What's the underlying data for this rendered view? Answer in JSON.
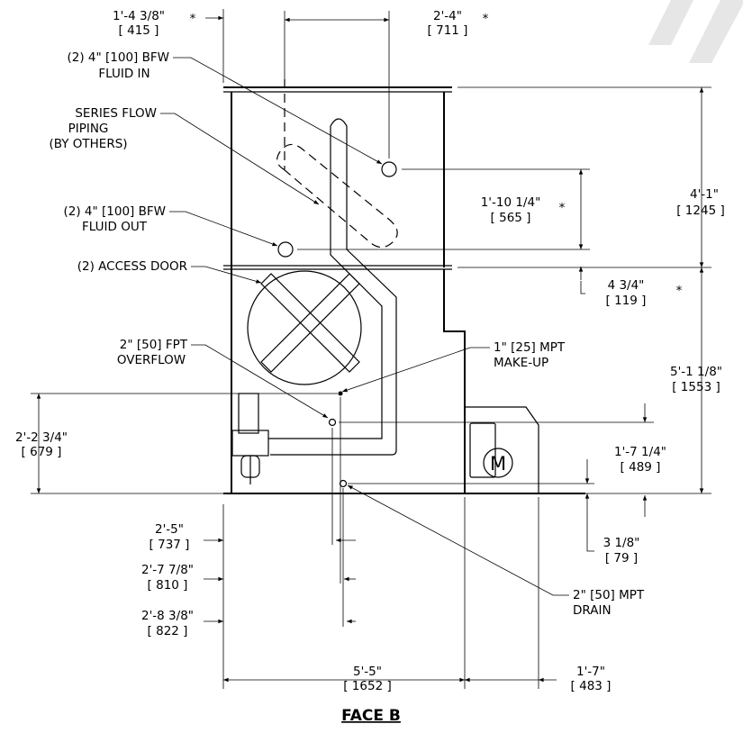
{
  "title": "FACE B",
  "watermark_color": "#e6e6e6",
  "top_dims": [
    {
      "ft": "1'-4 3/8\"",
      "mm": "[ 415 ]",
      "star": "*"
    },
    {
      "ft": "2'-4\"",
      "mm": "[ 711 ]",
      "star": "*"
    }
  ],
  "right_dims": [
    {
      "ft": "4'-1\"",
      "mm": "[ 1245 ]"
    },
    {
      "ft": "1'-10 1/4\"",
      "mm": "[ 565 ]",
      "star": "*"
    },
    {
      "ft": "4 3/4\"",
      "mm": "[ 119 ]",
      "star": "*"
    },
    {
      "ft": "5'-1 1/8\"",
      "mm": "[ 1553 ]"
    },
    {
      "ft": "1'-7 1/4\"",
      "mm": "[ 489 ]"
    },
    {
      "ft": "3 1/8\"",
      "mm": "[ 79 ]"
    }
  ],
  "left_dims": [
    {
      "ft": "2'-2 3/4\"",
      "mm": "[ 679 ]"
    },
    {
      "ft": "2'-5\"",
      "mm": "[ 737 ]"
    },
    {
      "ft": "2'-7 7/8\"",
      "mm": "[ 810 ]"
    },
    {
      "ft": "2'-8 3/8\"",
      "mm": "[ 822 ]"
    }
  ],
  "bottom_dims": [
    {
      "ft": "5'-5\"",
      "mm": "[ 1652 ]"
    },
    {
      "ft": "1'-7\"",
      "mm": "[ 483 ]"
    }
  ],
  "callouts": {
    "fluid_in": [
      "(2) 4\" [100] BFW",
      "FLUID IN"
    ],
    "series_flow": [
      "SERIES FLOW",
      "PIPING",
      "(BY OTHERS)"
    ],
    "fluid_out": [
      "(2) 4\" [100] BFW",
      "FLUID OUT"
    ],
    "access_door": [
      "(2) ACCESS DOOR"
    ],
    "overflow": [
      "2\" [50] FPT",
      "OVERFLOW"
    ],
    "makeup": [
      "1\" [25] MPT",
      "MAKE-UP"
    ],
    "drain": [
      "2\" [50] MPT",
      "DRAIN"
    ]
  },
  "motor_label": "M"
}
